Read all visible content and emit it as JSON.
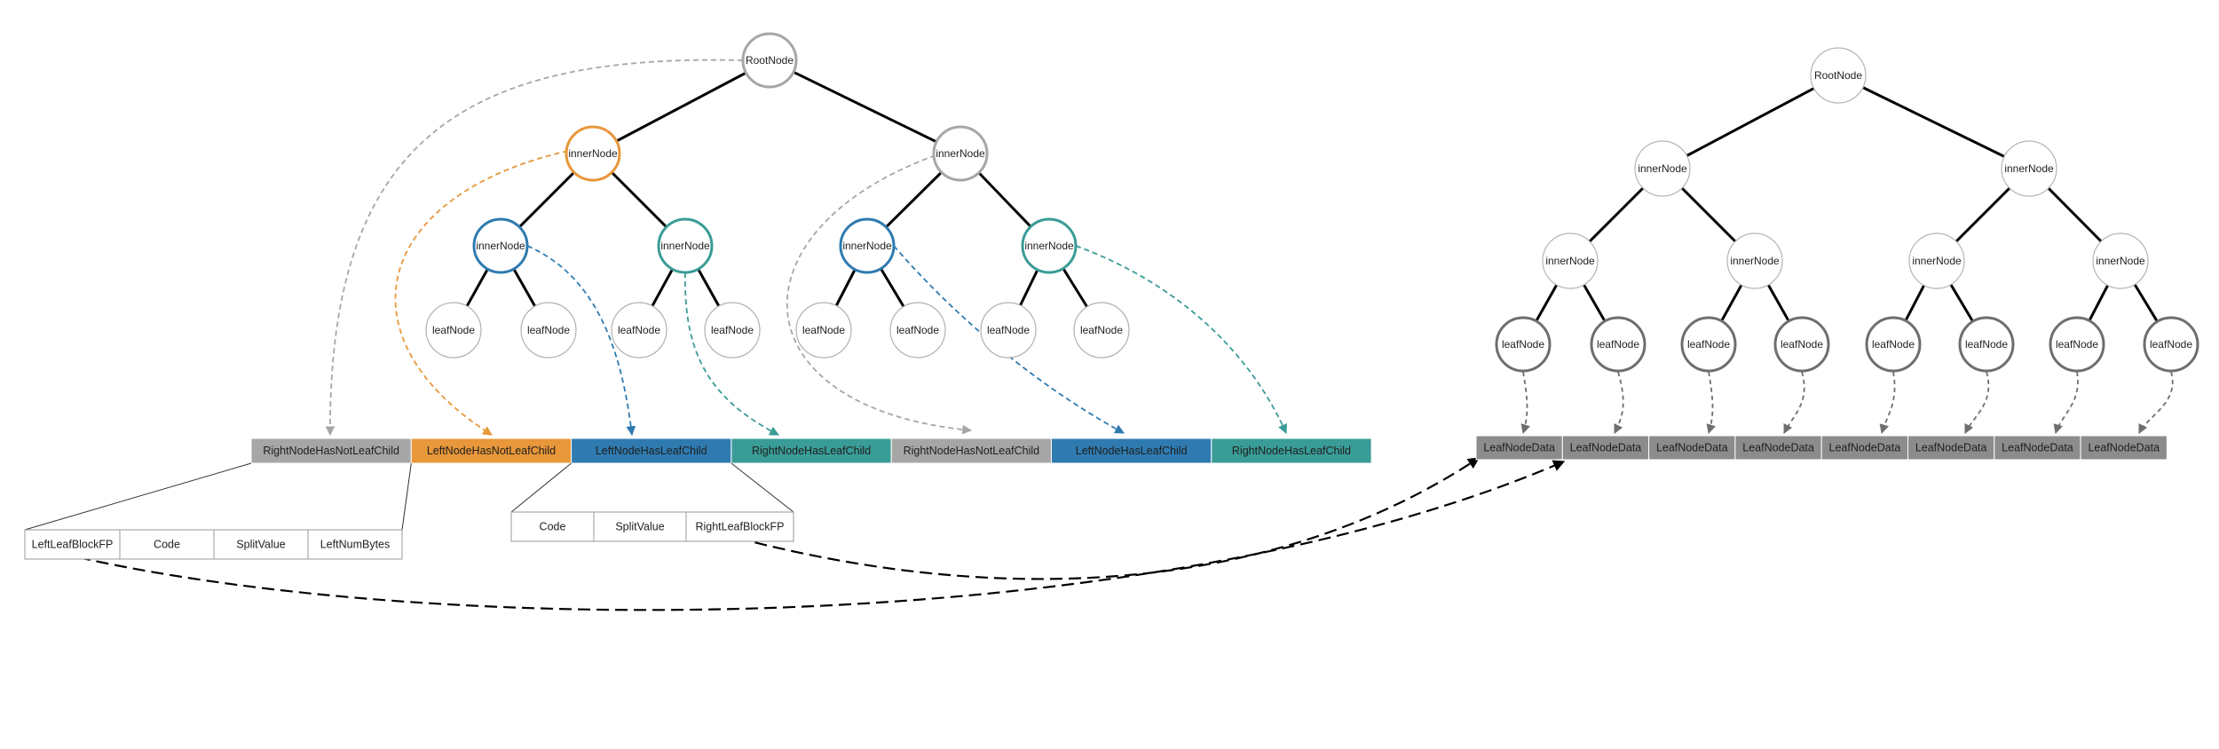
{
  "colors": {
    "gray": "#a6a6a6",
    "orange": "#e8973a",
    "blue": "#2f7bb0",
    "teal": "#3a9c96",
    "dark_gray": "#8c8c8c",
    "node_stroke": "#b0b0b0",
    "edge": "#000000"
  },
  "left_tree": {
    "root": {
      "label": "RootNode",
      "highlight": "gray"
    },
    "level1": [
      {
        "label": "innerNode",
        "highlight": "orange"
      },
      {
        "label": "innerNode",
        "highlight": "gray"
      }
    ],
    "level2": [
      {
        "label": "innerNode",
        "highlight": "blue"
      },
      {
        "label": "innerNode",
        "highlight": "teal"
      },
      {
        "label": "innerNode",
        "highlight": "blue"
      },
      {
        "label": "innerNode",
        "highlight": "teal"
      }
    ],
    "leaves": [
      "leafNode",
      "leafNode",
      "leafNode",
      "leafNode",
      "leafNode",
      "leafNode",
      "leafNode",
      "leafNode"
    ]
  },
  "node_array": [
    {
      "label": "RightNodeHasNotLeafChild",
      "color": "gray"
    },
    {
      "label": "LeftNodeHasNotLeafChild",
      "color": "orange"
    },
    {
      "label": "LeftNodeHasLeafChild",
      "color": "blue"
    },
    {
      "label": "RightNodeHasLeafChild",
      "color": "teal"
    },
    {
      "label": "RightNodeHasNotLeafChild",
      "color": "gray"
    },
    {
      "label": "LeftNodeHasLeafChild",
      "color": "blue"
    },
    {
      "label": "RightNodeHasLeafChild",
      "color": "teal"
    }
  ],
  "detail_not_leaf": [
    "LeftLeafBlockFP",
    "Code",
    "SplitValue",
    "LeftNumBytes"
  ],
  "detail_leaf": [
    "Code",
    "SplitValue",
    "RightLeafBlockFP"
  ],
  "right_tree": {
    "root": "RootNode",
    "level1": [
      "innerNode",
      "innerNode"
    ],
    "level2": [
      "innerNode",
      "innerNode",
      "innerNode",
      "innerNode"
    ],
    "leaves": [
      "leafNode",
      "leafNode",
      "leafNode",
      "leafNode",
      "leafNode",
      "leafNode",
      "leafNode",
      "leafNode"
    ]
  },
  "leaf_data_array": [
    "LeafNodeData",
    "LeafNodeData",
    "LeafNodeData",
    "LeafNodeData",
    "LeafNodeData",
    "LeafNodeData",
    "LeafNodeData",
    "LeafNodeData"
  ]
}
